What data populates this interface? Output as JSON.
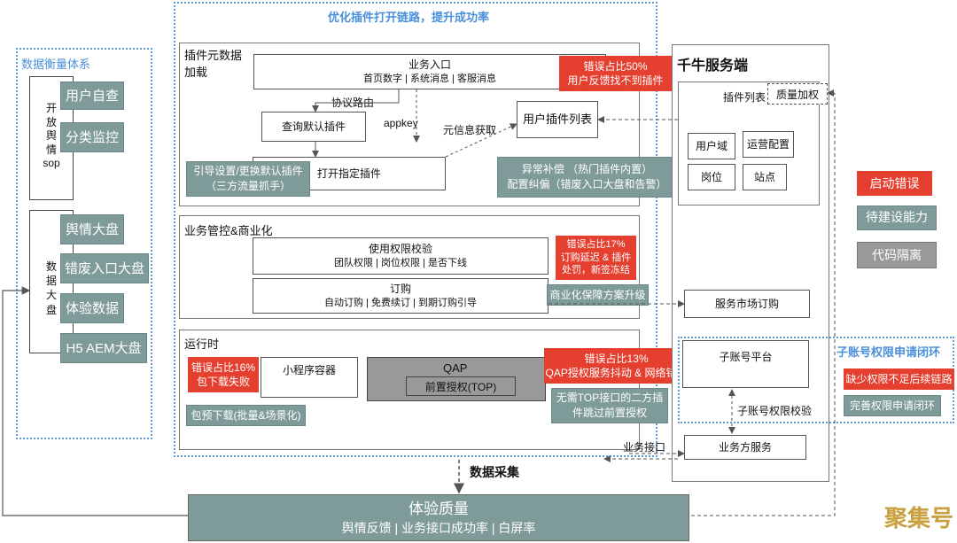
{
  "header": {
    "title": "优化插件打开链路，提升成功率"
  },
  "left_panel": {
    "title": "数据衡量体系",
    "group1_label": [
      "开",
      "放",
      "舆",
      "情",
      "sop"
    ],
    "group1_items": [
      "用户自查",
      "分类监控"
    ],
    "group2_label": [
      "数",
      "据",
      "大",
      "盘"
    ],
    "group2_items": [
      "舆情大盘",
      "错废入口大盘",
      "体验数据",
      "H5 AEM大盘"
    ]
  },
  "section_plugin": {
    "title_line1": "插件元数据",
    "title_line2": "加载",
    "entry_title": "业务入口",
    "entry_sub": "首页数字 | 系统消息 | 客服消息",
    "protocol_route": "协议路由",
    "appkey": "appkey",
    "query_default": "查询默认插件",
    "meta_fetch": "元信息获取",
    "user_plugin_list": "用户插件列表",
    "open_plugin": "打开指定插件",
    "guide_line1": "引导设置/更换默认插件",
    "guide_line2": "（三方流量抓手）",
    "fallback_line1": "异常补偿 （热门插件内置）",
    "fallback_line2": "配置纠偏（错废入口大盘和告警）",
    "error_line1": "错误占比50%",
    "error_line2": "用户反馈找不到插件"
  },
  "section_business": {
    "title": "业务管控&商业化",
    "perm_title": "使用权限校验",
    "perm_sub": "团队权限 | 岗位权限 | 是否下线",
    "order_title": "订购",
    "order_sub": "自动订购 | 免费续订 | 到期订购引导",
    "error_line1": "错误占比17%",
    "error_line2": "订购延迟 & 插件",
    "error_line3": "处罚，新签冻结",
    "upgrade": "商业化保障方案升级"
  },
  "section_runtime": {
    "title": "运行时",
    "error_line1": "错误占比16%",
    "error_line2": "包下载失败",
    "miniapp": "小程序容器",
    "qap": "QAP",
    "pre_auth": "前置授权(TOP)",
    "preload": "包预下载(批量&场景化)",
    "error2_line1": "错误占比13%",
    "error2_line2": "QAP授权服务抖动 & 网络错误",
    "no_top_line1": "无需TOP接口的二方插",
    "no_top_line2": "件跳过前置授权",
    "biz_api": "业务接口"
  },
  "server": {
    "title": "千牛服务端",
    "plugin_list": "插件列表",
    "quality_weight": "质量加权",
    "user_domain": "用户域",
    "ops_config": "运营配置",
    "position": "岗位",
    "site": "站点",
    "market_order": "服务市场订购",
    "sub_account_platform": "子账号平台",
    "sub_account_check": "子账号权限校验",
    "biz_service": "业务方服务"
  },
  "sub_account": {
    "title": "子账号权限申请闭环",
    "red": "缺少权限不足后续链路",
    "teal": "完善权限申请闭环"
  },
  "legend": {
    "items": [
      {
        "label": "启动错误",
        "color": "#e5402f"
      },
      {
        "label": "待建设能力",
        "color": "#7f9b99"
      },
      {
        "label": "代码隔离",
        "color": "#999999"
      }
    ]
  },
  "data_collect": "数据采集",
  "footer": {
    "title": "体验质量",
    "sub": "舆情反馈 | 业务接口成功率 | 白屏率"
  },
  "watermark": "聚集号"
}
